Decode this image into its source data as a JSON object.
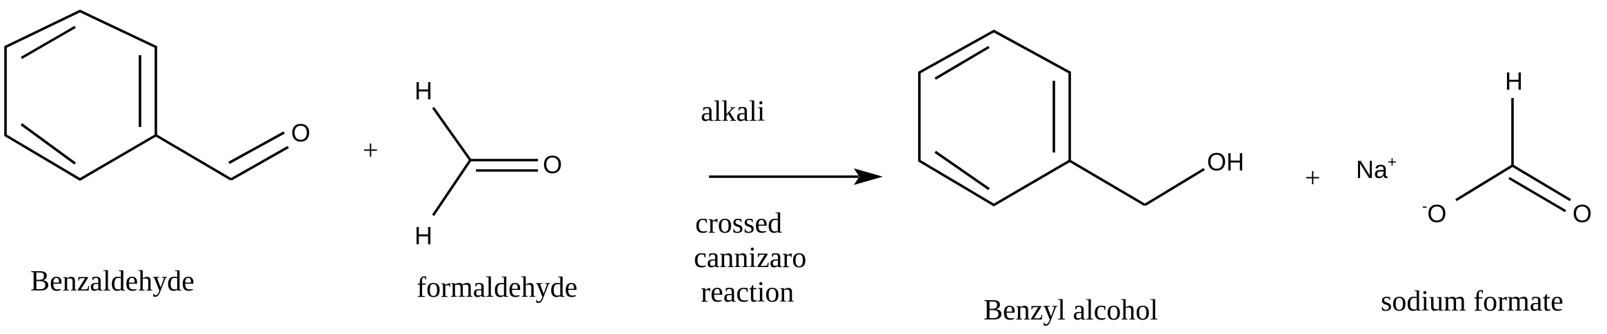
{
  "reaction": {
    "reactant1": {
      "name": "Benzaldehyde",
      "atoms": {
        "carbonyl_o": "O"
      }
    },
    "plus1": "+",
    "reactant2": {
      "name": "formaldehyde",
      "atoms": {
        "h_top": "H",
        "h_bottom": "H",
        "carbonyl_o": "O"
      }
    },
    "arrow": {
      "above": "alkali",
      "below": [
        "crossed",
        "cannizaro",
        "reaction"
      ]
    },
    "product1": {
      "name": "Benzyl alcohol",
      "atoms": {
        "hydroxyl": "OH"
      }
    },
    "plus2": "+",
    "product2": {
      "name": "sodium formate",
      "cation": "Na",
      "cation_charge": "+",
      "atoms": {
        "h": "H",
        "o_minus": "O",
        "o_minus_charge": "-",
        "o": "O"
      }
    }
  }
}
